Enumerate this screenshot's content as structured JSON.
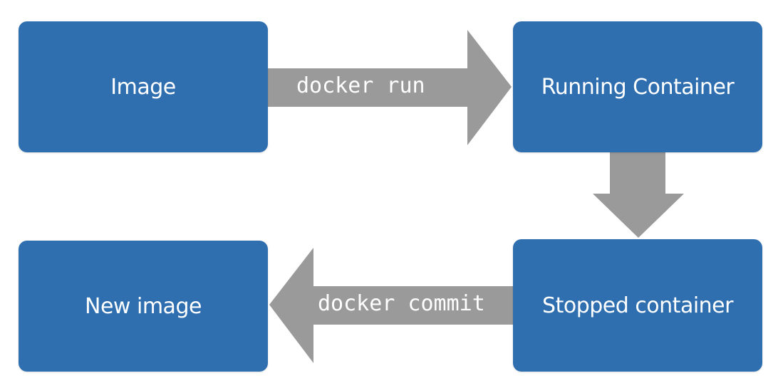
{
  "nodes": {
    "image": "Image",
    "running": "Running Container",
    "stopped": "Stopped container",
    "new_image": "New image"
  },
  "edges": {
    "run": "docker run",
    "commit": "docker commit"
  },
  "colors": {
    "box": "#2f6fb0",
    "arrow": "#9a9a9a",
    "text": "#ffffff",
    "background": "#ffffff"
  }
}
